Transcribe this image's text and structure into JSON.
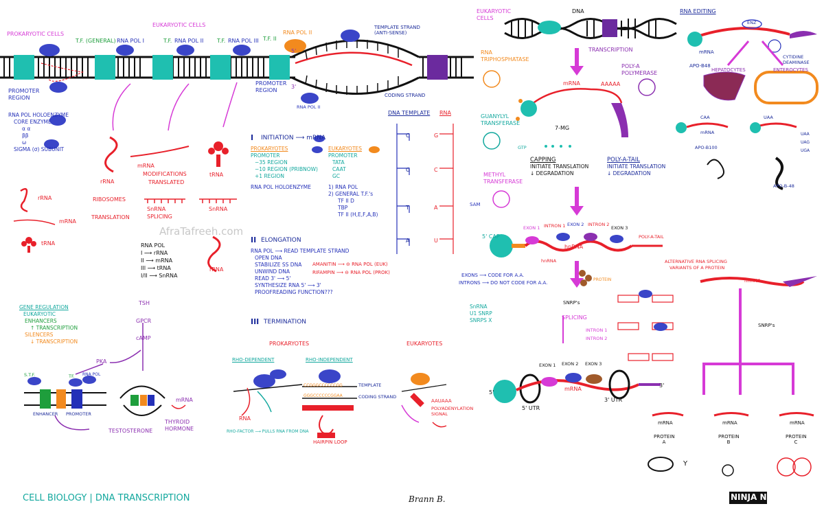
{
  "top_left": {
    "prokaryotic_cells": "PROKARYOTIC CELLS",
    "eukaryotic_cells": "EUKARYOTIC CELLS",
    "tf_general": "T.F. (GENERAL)",
    "rna_pol_1": "RNA POL I",
    "tf_1": "T.F.",
    "rna_pol_2": "RNA POL II",
    "tf_2": "T.F.",
    "rna_pol_3": "RNA POL III",
    "tf_ii": "T.F. II",
    "rna_pol_ii_top": "RNA POL II",
    "template_strand": "TEMPLATE STRAND (ANTI-SENSE)",
    "coding_strand": "CODING STRAND",
    "promoter_region_left": "PROMOTER REGION",
    "promoter_region_mid": "PROMOTER REGION",
    "rna_pol_small": "RNA POL II",
    "five_prime": "5'",
    "three_prime": "3'"
  },
  "holoenzyme": {
    "title": "RNA POL HOLOENZYME",
    "items": [
      "CORE ENZYME",
      "α α",
      "ββ",
      "ω",
      "SIGMA (σ) SUBUNIT"
    ]
  },
  "left_rna_types": {
    "rrna": "rRNA",
    "mrna": "mRNA",
    "trna": "tRNA"
  },
  "rna_products": {
    "rrna_label": "rRNA",
    "ribosomes": "RIBOSOMES",
    "translation": "TRANSLATION",
    "mrna_label": "mRNA",
    "modifications": "MODIFICATIONS",
    "translated": "TRANSLATED",
    "snrna_label": "SnRNA",
    "splicing": "SPLICING",
    "trna_label": "tRNA",
    "snrna_label2": "SnRNA",
    "rrna_label2": "rRNA"
  },
  "watermark": "AfraTafreeh.com",
  "rna_pol_table": {
    "title": "RNA POL",
    "rows": [
      "I ⟶ rRNA",
      "II ⟶ mRNA",
      "III ⟶ tRNA",
      "I/II ⟶ SnRNA"
    ]
  },
  "initiation": {
    "numeral": "I",
    "title": "INITIATION ⟶ mRNA",
    "prok_head": "PROKARYOTES",
    "prok_items": [
      "PROMOTER",
      "−35 REGION",
      "−10 REGION (PRIBNOW)",
      "+1 REGION"
    ],
    "prok_extra": "RNA POL HOLOENZYME",
    "euk_head": "EUKARYOTES",
    "euk_items": [
      "PROMOTER",
      "TATA",
      "CAAT",
      "GC"
    ],
    "euk_extra": [
      "1) RNA POL",
      "2) GENERAL T.F.'s",
      "TF II D",
      "TBP",
      "TF II (H,E,F,A,B)"
    ]
  },
  "template_table": {
    "dna_head": "DNA TEMPLATE",
    "rna_head": "RNA",
    "dna_bases": [
      "C",
      "G",
      "T",
      "A"
    ],
    "rna_bases": [
      "G",
      "C",
      "A",
      "U"
    ]
  },
  "elongation": {
    "numeral": "II",
    "title": "ELONGATION",
    "items": [
      "RNA POL ⟶ READ TEMPLATE STRAND",
      "OPEN DNA",
      "STABILIZE SS DNA",
      "UNWIND DNA",
      "READ 3' ⟶ 5'",
      "SYNTHESIZE RNA 5' ⟶ 3'",
      "PROOFREADING FUNCTION???"
    ],
    "amanitin": "AMANITIN ⟶ ⊖ RNA POL (EUK)",
    "rifampin": "RIFAMPIN ⟶ ⊖ RNA POL (PROK)"
  },
  "termination": {
    "numeral": "III",
    "title": "TERMINATION",
    "prokaryotes": "PROKARYOTES",
    "eukaryotes": "EUKARYOTES",
    "rho_dep": "RHO-DEPENDENT",
    "rho_indep": "RHO-INDEPENDENT",
    "template": "TEMPLATE",
    "coding_strand": "CODING STRAND",
    "seq1": "CCGGGCCCCCCGG",
    "seq2": "GGGCCCCCCGGAA",
    "rna": "RNA",
    "rho_factor_note": "RHO-FACTOR ⟶ PULLS RNA FROM DNA",
    "hairpin": "HAIRPIN LOOP",
    "polya": "AAUAAA",
    "polya_signal": "POLYADENYLATION SIGNAL"
  },
  "gene_regulation": {
    "title": "GENE REGULATION",
    "items": [
      "EUKARYOTIC",
      "ENHANCERS",
      "↑ TRANSCRIPTION",
      "SILENCERS",
      "↓ TRANSCRIPTION"
    ],
    "tsh": "TSH",
    "gpcr": "GPCR",
    "camp": "cAMP",
    "pka": "PKA",
    "stf": "S.T.F.",
    "tf": "TF.",
    "rnapol": "RNA POL",
    "enhancer": "ENHANCER",
    "promoter": "PROMOTER",
    "mrna": "mRNA",
    "thyroid": "THYROID HORMONE",
    "testosterone": "TESTOSTERONE"
  },
  "right_top": {
    "eukaryotic_cells": "EUKARYOTIC CELLS",
    "dna": "DNA",
    "transcription": "TRANSCRIPTION",
    "rna_triphosphatase": "RNA TRIPHOSPHATASE",
    "guanylyl": "GUANYLYL TRANSFERASE",
    "methyl": "METHYL TRANSFERASE",
    "sam": "SAM",
    "gtp": "GTP",
    "mrna": "mRNA",
    "aaaa": "AAAAA",
    "poly_a_poly": "POLY-A POLYMERASE",
    "seven_mg": "7-MG",
    "capping": "CAPPING",
    "capping_items": [
      "INITIATE TRANSLATION",
      "↓ DEGRADATION"
    ],
    "polytail": "POLY-A-TAIL",
    "polytail_items": [
      "INITIATE TRANSLATION",
      "↓ DEGRADATION"
    ],
    "five_cap": "5' CAP",
    "exon1": "EXON 1",
    "intron1": "INTRON 1",
    "exon2": "EXON 2",
    "intron2": "INTRON 2",
    "exon3": "EXON 3",
    "polya_tail": "POLY-A-TAIL",
    "hnrna": "hnRNA",
    "premrna": "hnRNA",
    "exons_note": "EXONS ⟶ CODE FOR A.A.",
    "introns_note": "INTRONS ⟶ DO NOT CODE FOR A.A.",
    "snrnps": "SNRP's",
    "splicing": "SPLICING",
    "intron_a": "INTRON 1",
    "intron_b": "INTRON 2",
    "snrna_list": [
      "SnRNA",
      "U1 SNRP",
      "SNRPS X"
    ],
    "protein": "PROTEIN",
    "exon1b": "EXON 1",
    "exon2b": "EXON 2",
    "exon3b": "EXON 3",
    "mrna_mature": "mRNA",
    "utr5": "5' UTR",
    "utr3": "3' UTR",
    "five": "5'",
    "three": "3'"
  },
  "rna_editing": {
    "title": "RNA EDITING",
    "enzyme": "ENZ",
    "mrna": "mRNA",
    "apob": "APO-B48",
    "cytidine": "CYTIDINE DEAMINASE",
    "hepatocytes": "HEPATOCYTES",
    "enterocytes": "ENTEROCYTES",
    "caa": "CAA",
    "uaa": "UAA",
    "mrna2": "mRNA",
    "apo100": "APO-B100",
    "apo48": "APO-B-48",
    "uaa_list": [
      "UAA",
      "UAG",
      "UGA"
    ]
  },
  "alt_splicing": {
    "title": "ALTERNATIVE RNA SPLICING",
    "subtitle": "VARIANTS OF A PROTEIN",
    "hnrna": "hnRNA",
    "snrnps": "SNRP's",
    "mrna": "mRNA",
    "protein_a": "PROTEIN A",
    "protein_b": "PROTEIN B",
    "protein_c": "PROTEIN C",
    "y": "Y"
  },
  "footer": {
    "title": "CELL BIOLOGY | DNA TRANSCRIPTION",
    "signature": "Brann B.",
    "logo": "NINJA NERD"
  }
}
